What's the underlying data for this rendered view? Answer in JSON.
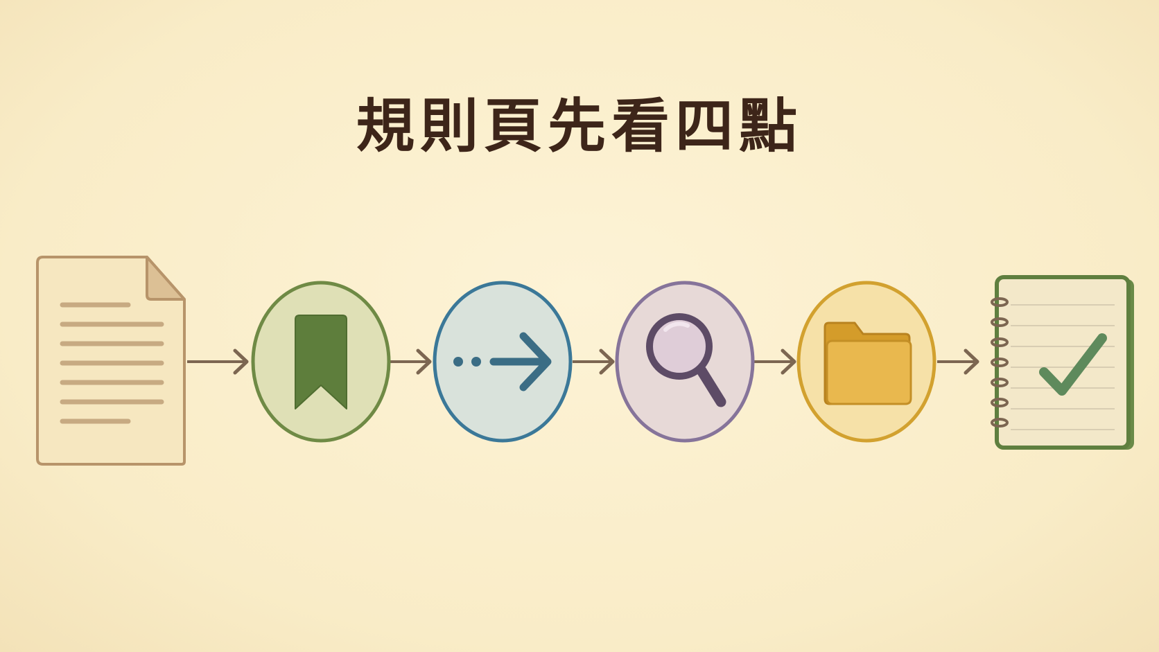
{
  "title": "規則頁先看四點",
  "diagram": {
    "nodes": [
      {
        "id": "document",
        "icon": "document-icon"
      },
      {
        "id": "bookmark",
        "icon": "bookmark-icon",
        "fill": "#dfe0b6",
        "stroke": "#6f8a45",
        "accent": "#5e7e3c"
      },
      {
        "id": "next",
        "icon": "dotted-arrow-right-icon",
        "fill": "#d9e2db",
        "stroke": "#3b7898",
        "accent": "#3b6d85"
      },
      {
        "id": "search",
        "icon": "magnifier-icon",
        "fill": "#e7d9d7",
        "stroke": "#86749a",
        "accent": "#5d4b66"
      },
      {
        "id": "folder",
        "icon": "folder-icon",
        "fill": "#f6e1a8",
        "stroke": "#d2a12f",
        "accent": "#e6b547"
      },
      {
        "id": "checklist",
        "icon": "checklist-notebook-icon"
      }
    ],
    "connector_color": "#7c6651"
  }
}
